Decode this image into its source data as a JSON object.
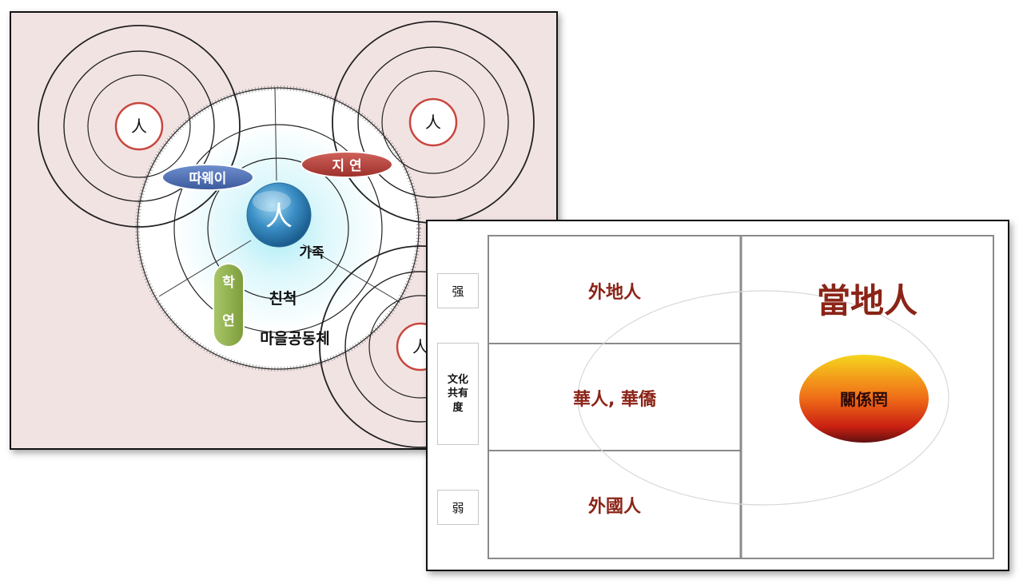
{
  "left_slide": {
    "person_glyph": "人",
    "center_glyph": "人",
    "tags": {
      "mawei": "따웨이",
      "jiyeon": "지 연",
      "hak": "학",
      "yeon": "연"
    },
    "ring_labels": {
      "family": "가족",
      "relatives": "친척",
      "village": "마을공동체"
    },
    "colors": {
      "background": "#f2e3e3",
      "tag_blue": "#4c6fb0",
      "tag_red": "#b8413d",
      "tag_green": "#8fb04a",
      "center_blue": "#3a8ec4",
      "person_ring": "#c8463e"
    }
  },
  "right_slide": {
    "scale": {
      "strong": "强",
      "middle_lines": [
        "文化",
        "共有",
        "度"
      ],
      "weak": "弱"
    },
    "categories": {
      "outsider": "外地人",
      "overseas_chinese": "華人, 華僑",
      "foreigner": "外國人",
      "local": "當地人",
      "relation_circle": "關係罔"
    },
    "colors": {
      "text_red": "#8b2417",
      "grid": "#888888",
      "gradient_top": "#f5d51e",
      "gradient_mid": "#f06b18",
      "gradient_bottom": "#611010"
    }
  }
}
